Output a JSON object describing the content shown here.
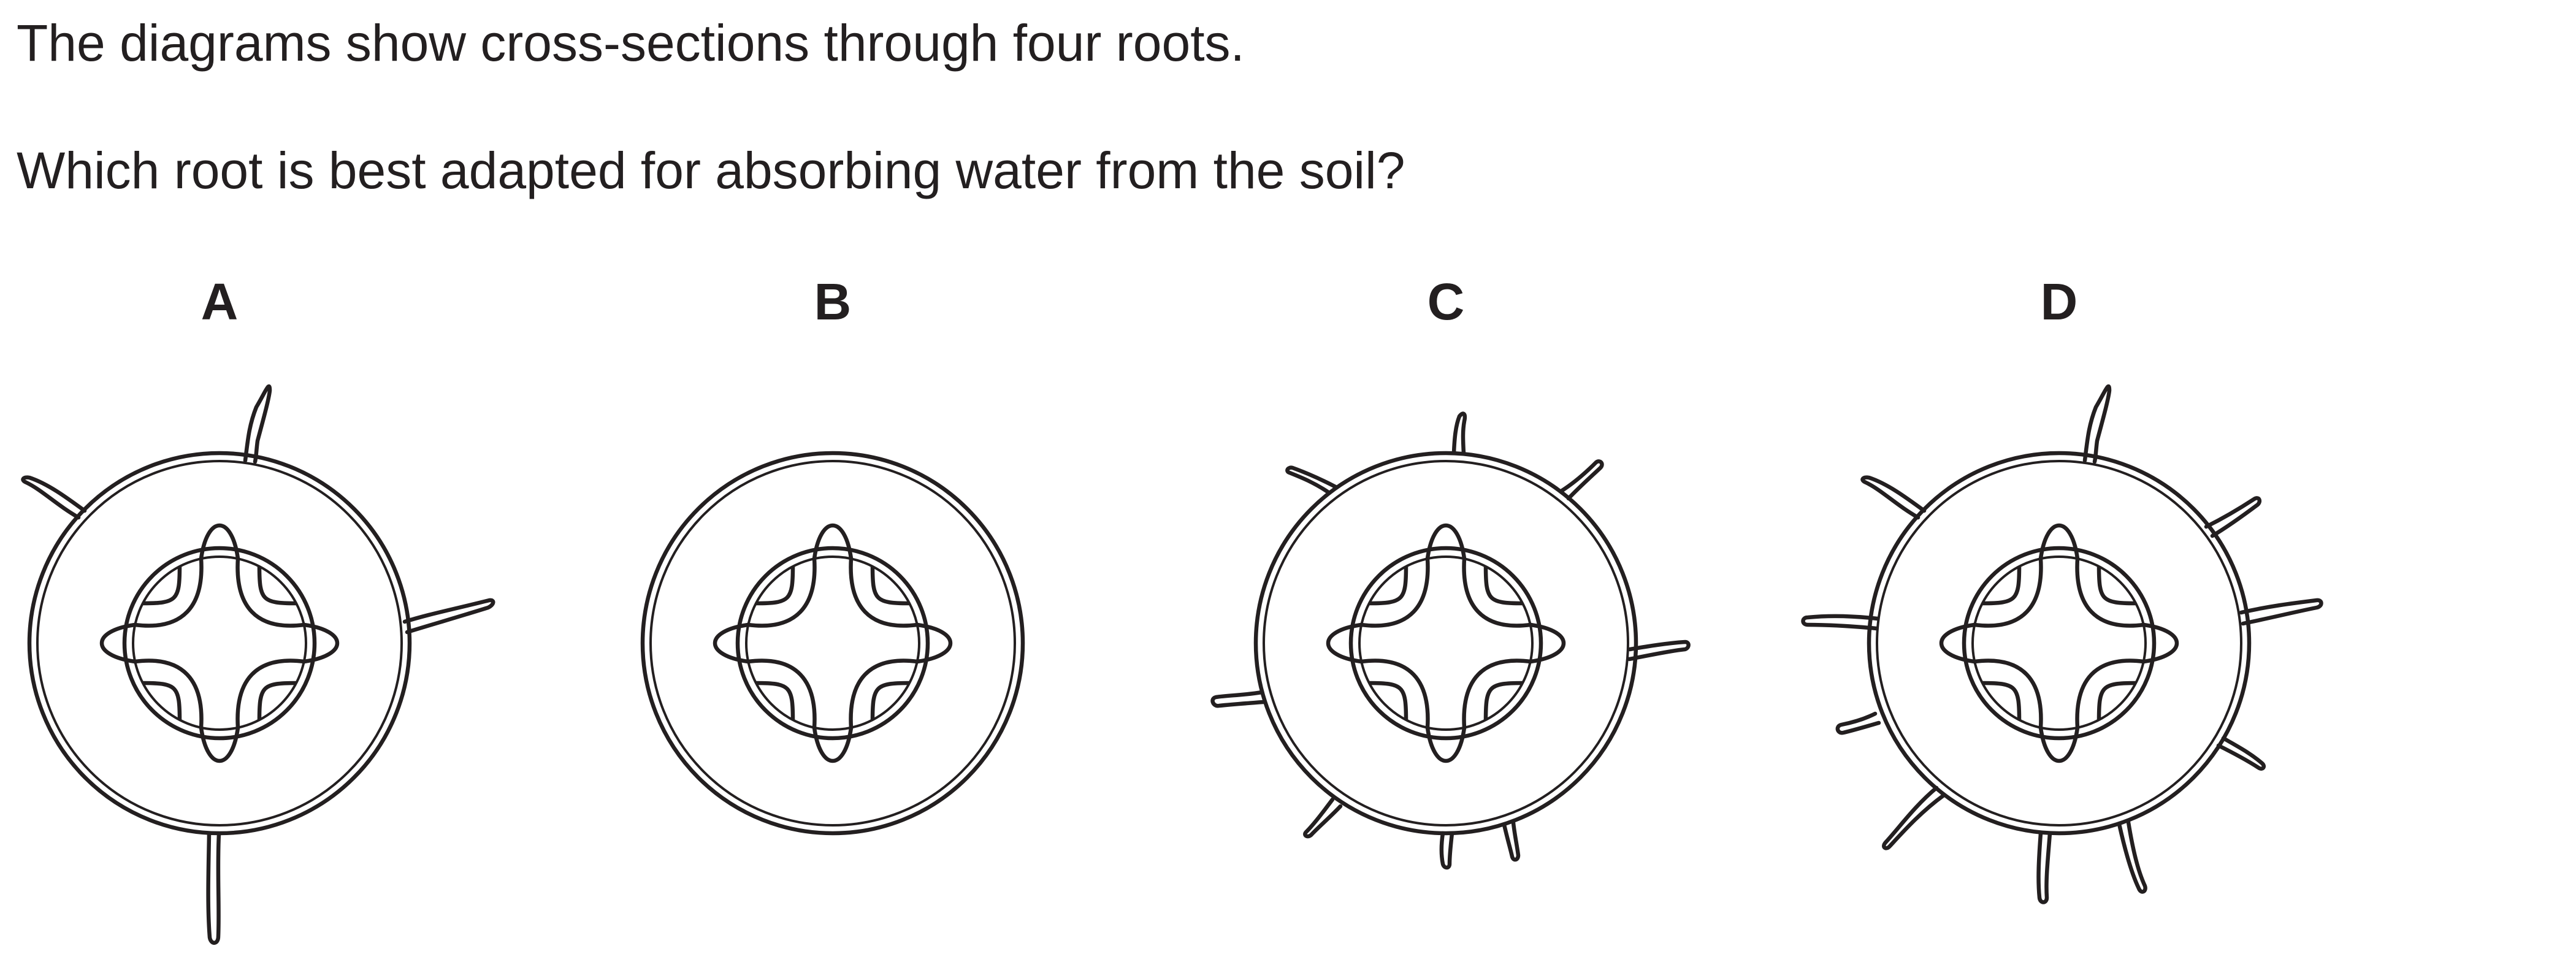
{
  "question": {
    "intro": "The diagrams show cross-sections through four roots.",
    "prompt": "Which root is best adapted for absorbing water from the soil?"
  },
  "options": [
    {
      "letter": "A",
      "root_hairs": 4
    },
    {
      "letter": "B",
      "root_hairs": 0
    },
    {
      "letter": "C",
      "root_hairs": 8
    },
    {
      "letter": "D",
      "root_hairs": 10
    }
  ]
}
